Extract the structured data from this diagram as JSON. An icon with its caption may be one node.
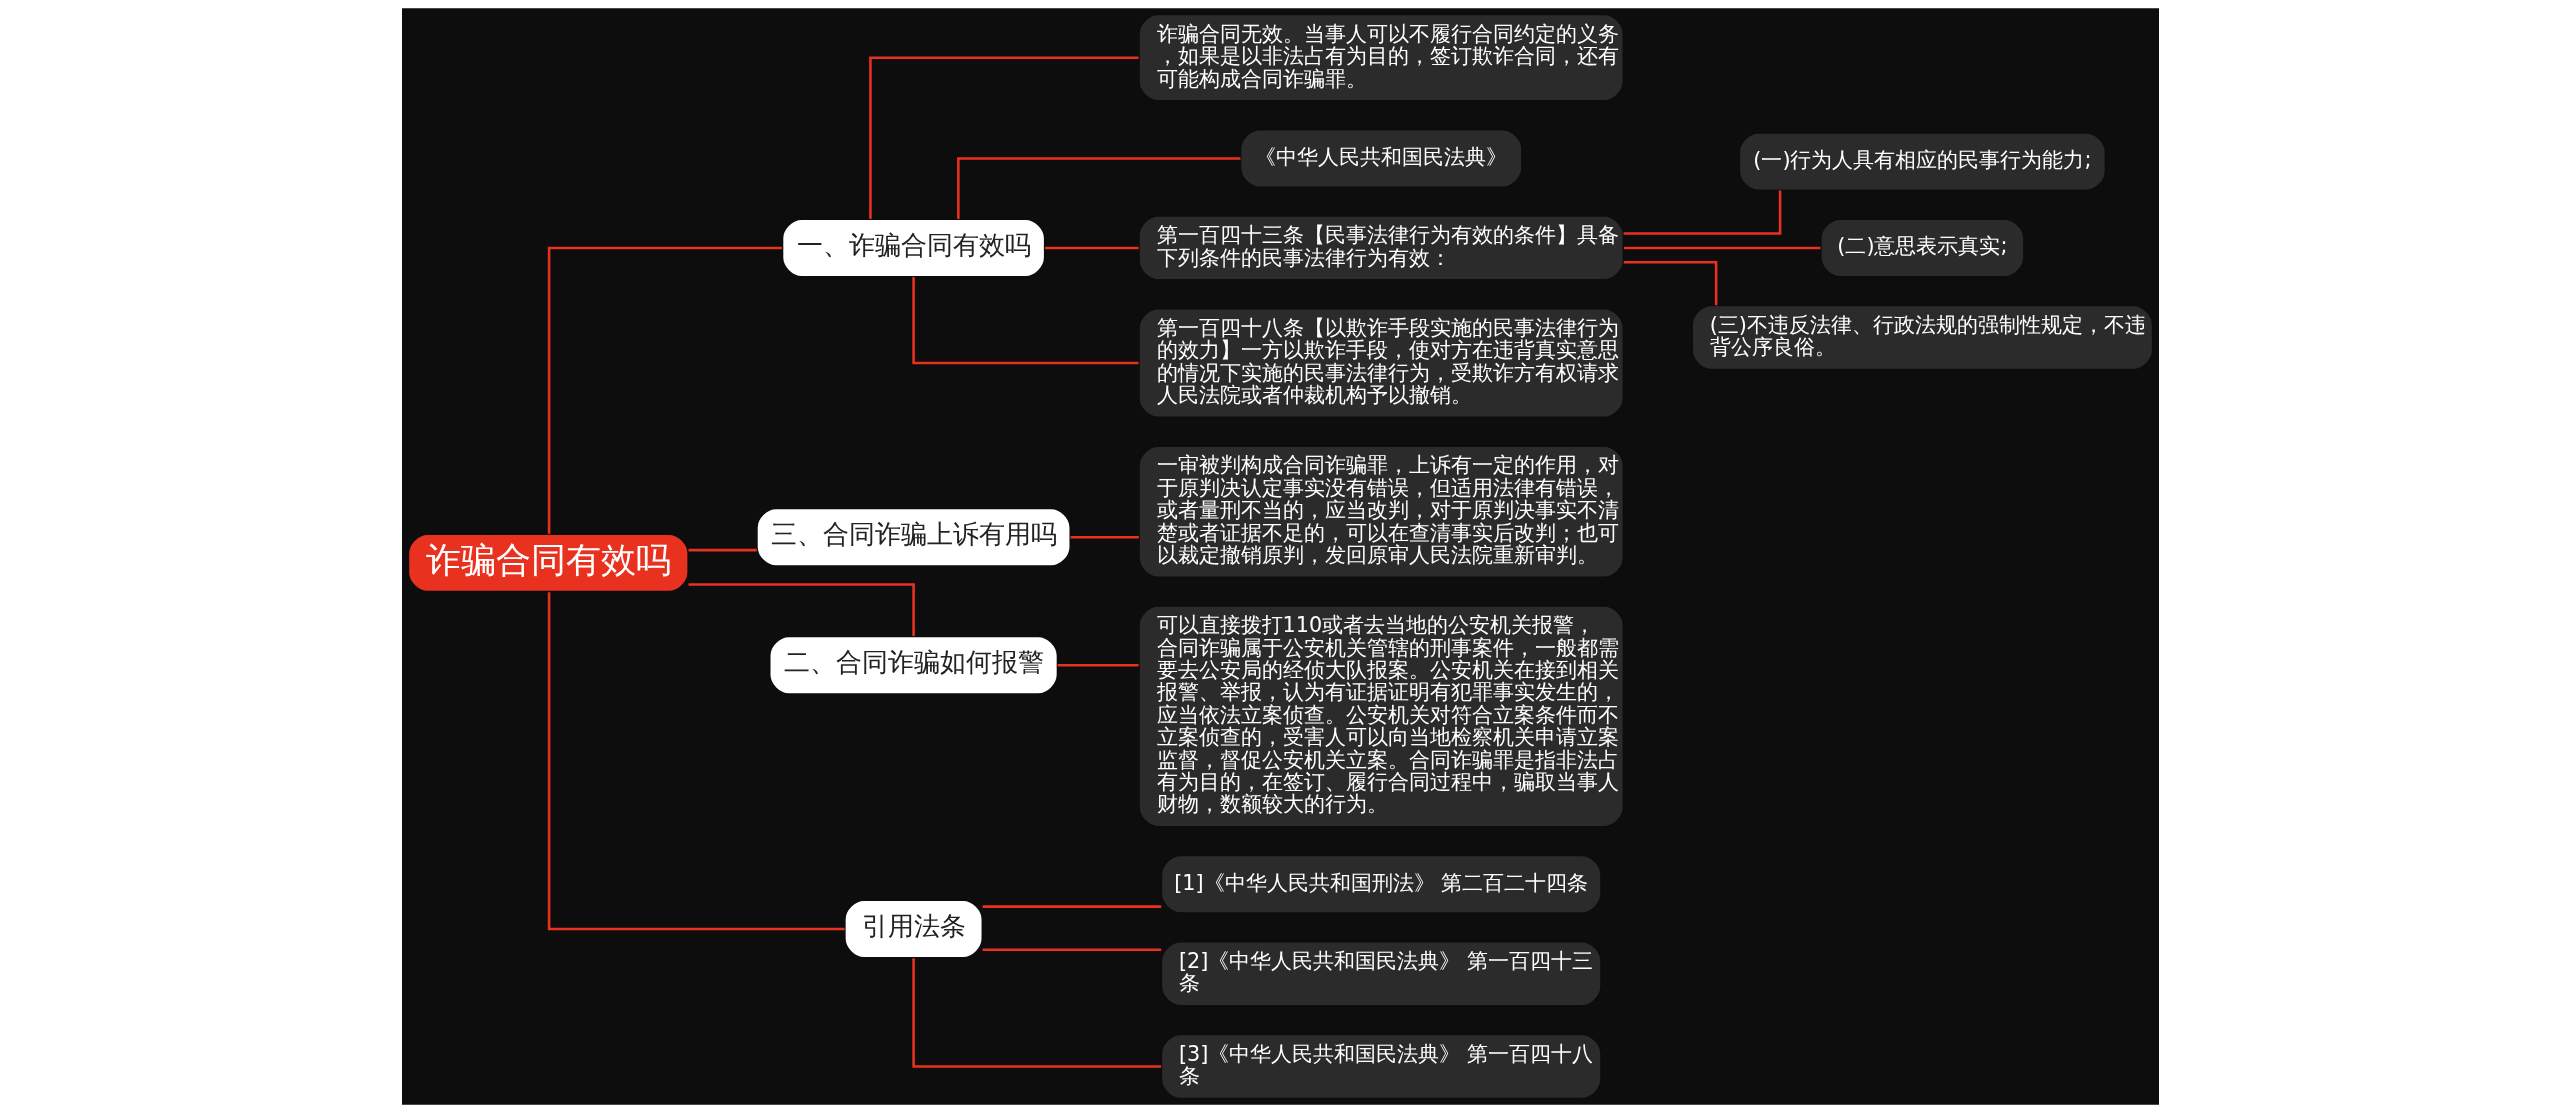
{
  "diagram": {
    "nodes": [
      {
        "text": [
          "诈骗合同有效吗"
        ]
      },
      {
        "text": [
          "一、诈骗合同有效吗"
        ]
      },
      {
        "text": [
          "诈骗合同无效。当事人可以不履行合同约定的义务，如果是以非法占有为目的，签订欺诈合同，还有可能构成合同诈骗罪。"
        ]
      },
      {
        "text": [
          "《中华人民共和国民法典》"
        ]
      },
      {
        "text": [
          "第一百四十三条【民事法律行为有效的条件】具备下列条件的民事法律行为有效："
        ]
      },
      {
        "text": [
          "(一)行为人具有相应的民事行为能力;"
        ]
      },
      {
        "text": [
          "(二)意思表示真实;"
        ]
      },
      {
        "text": [
          "(三)不违反法律、行政法规的强制性规定，不违背公序良俗。"
        ]
      },
      {
        "text": [
          "第一百四十八条【以欺诈手段实施的民事法律行为的效力】一方以欺诈手段，使对方在违背真实意思的情况下实施的民事法律行为，受欺诈方有权请求人民法院或者仲裁机构予以撤销。"
        ]
      },
      {
        "text": [
          "三、合同诈骗上诉有用吗"
        ]
      },
      {
        "text": [
          "一审被判构成合同诈骗罪，上诉有一定的作用，对于原判决认定事实没有错误，但适用法律有错误，或者量刑不当的，应当改判，对于原判决事实不清楚或者证据不足的，可以在查清事实后改判；也可以裁定撤销原判，发回原审人民法院重新审判。"
        ]
      },
      {
        "text": [
          "二、合同诈骗如何报警"
        ]
      },
      {
        "text": [
          "可以直接拨打110或者去当地的公安机关报警，合同诈骗属于公安机关管辖的刑事案件，一般都需要去公安局的经侦大队报案。公安机关在接到相关报警、举报，认为有证据证明有犯罪事实发生的，应当依法立案侦查。公安机关对符合立案条件而不立案侦查的，受害人可以向当地检察机关申请立案监督，督促公安机关立案。合同诈骗罪是指非法占有为目的，在签订、履行合同过程中，骗取当事人财物，数额较大的行为。"
        ]
      },
      {
        "text": [
          "引用法条"
        ]
      },
      {
        "text": [
          "[1]《中华人民共和国刑法》 第二百二十四条"
        ]
      },
      {
        "text": [
          "[2]《中华人民共和国民法典》 第一百四十三条"
        ]
      },
      {
        "text": [
          "[3]《中华人民共和国民法典》 第一百四十八条"
        ]
      }
    ],
    "edges": [
      {
        "from": 0,
        "to": 1,
        "arrow": "none"
      },
      {
        "from": 1,
        "to": 2,
        "arrow": "none"
      },
      {
        "from": 1,
        "to": 3,
        "arrow": "none"
      },
      {
        "from": 1,
        "to": 4,
        "arrow": "none"
      },
      {
        "from": 4,
        "to": 5,
        "arrow": "none"
      },
      {
        "from": 4,
        "to": 6,
        "arrow": "none"
      },
      {
        "from": 4,
        "to": 7,
        "arrow": "none"
      },
      {
        "from": 1,
        "to": 8,
        "arrow": "none"
      },
      {
        "from": 0,
        "to": 9,
        "arrow": "none"
      },
      {
        "from": 9,
        "to": 10,
        "arrow": "none"
      },
      {
        "from": 0,
        "to": 11,
        "arrow": "none"
      },
      {
        "from": 11,
        "to": 12,
        "arrow": "none"
      },
      {
        "from": 0,
        "to": 13,
        "arrow": "none"
      },
      {
        "from": 13,
        "to": 14,
        "arrow": "none"
      },
      {
        "from": 13,
        "to": 15,
        "arrow": "none"
      },
      {
        "from": 13,
        "to": 16,
        "arrow": "none"
      }
    ]
  }
}
